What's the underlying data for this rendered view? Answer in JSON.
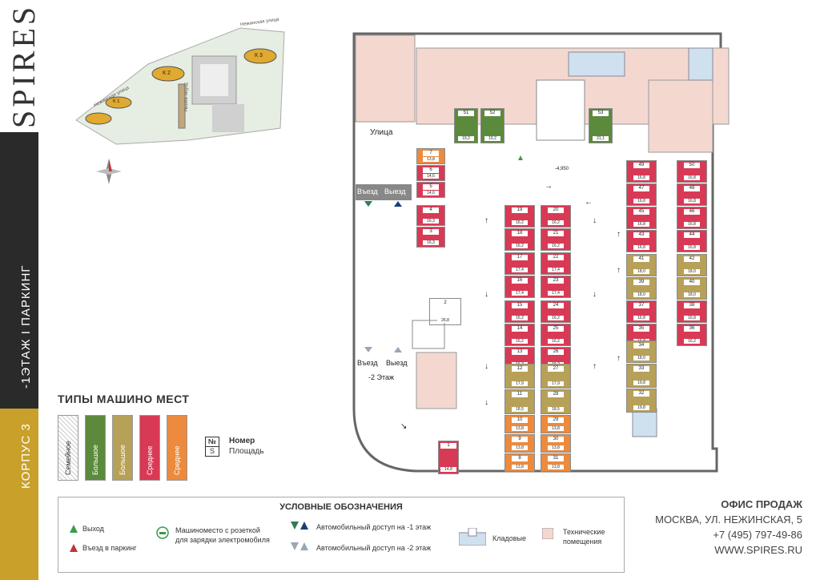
{
  "brand": "SPIRES",
  "side": {
    "floor_label": "-1ЭТАЖ  I  ПАРКИНГ",
    "building_label": "КОРПУС 3"
  },
  "site_plan": {
    "street_top": "Нежинская улица",
    "street_left": "Нежинская улица",
    "villas": "Урбан-виллы",
    "buildings": [
      "К 1",
      "К 2",
      "К 3"
    ]
  },
  "types": {
    "title": "ТИПЫ МАШИНО МЕСТ",
    "items": [
      {
        "label": "Семейное",
        "color": "#e8e8e8"
      },
      {
        "label": "Большое",
        "color": "#5c8a3c"
      },
      {
        "label": "Большое",
        "color": "#b7a058"
      },
      {
        "label": "Среднее",
        "color": "#d83a55"
      },
      {
        "label": "Среднее",
        "color": "#ec8a3d"
      }
    ],
    "key_num": "№",
    "key_s": "S",
    "key_num_label": "Номер",
    "key_s_label": "Площадь"
  },
  "plan": {
    "street": "Улица",
    "entry": "Въезд",
    "exit": "Выезд",
    "entry2": "Въезд",
    "exit2": "Выезд",
    "floor2": "-2 Этаж",
    "level": "-4,950"
  },
  "slots": [
    {
      "n": "7",
      "a": "13,8",
      "c": "orange"
    },
    {
      "n": "6",
      "a": "14,6",
      "c": "red"
    },
    {
      "n": "5",
      "a": "14,6",
      "c": "red"
    },
    {
      "n": "4",
      "a": "16,3",
      "c": "red"
    },
    {
      "n": "3",
      "a": "16,3",
      "c": "red"
    },
    {
      "n": "2",
      "a": "26,8",
      "c": "white"
    },
    {
      "n": "1",
      "a": "14,8",
      "c": "red"
    },
    {
      "n": "51",
      "a": "19,2",
      "c": "green"
    },
    {
      "n": "52",
      "a": "19,2",
      "c": "green"
    },
    {
      "n": "53",
      "a": "21,1",
      "c": "green"
    },
    {
      "n": "19",
      "a": "16,2",
      "c": "red"
    },
    {
      "n": "18",
      "a": "16,2",
      "c": "red"
    },
    {
      "n": "17",
      "a": "17,4",
      "c": "red"
    },
    {
      "n": "16",
      "a": "17,4",
      "c": "red"
    },
    {
      "n": "15",
      "a": "16,2",
      "c": "red"
    },
    {
      "n": "14",
      "a": "16,2",
      "c": "red"
    },
    {
      "n": "13",
      "a": "16,2",
      "c": "red"
    },
    {
      "n": "12",
      "a": "17,9",
      "c": "olive"
    },
    {
      "n": "11",
      "a": "18,5",
      "c": "olive"
    },
    {
      "n": "10",
      "a": "13,8",
      "c": "orange"
    },
    {
      "n": "9",
      "a": "13,8",
      "c": "orange"
    },
    {
      "n": "8",
      "a": "13,8",
      "c": "orange"
    },
    {
      "n": "20",
      "a": "16,2",
      "c": "red"
    },
    {
      "n": "21",
      "a": "16,2",
      "c": "red"
    },
    {
      "n": "22",
      "a": "17,4",
      "c": "red"
    },
    {
      "n": "23",
      "a": "17,4",
      "c": "red"
    },
    {
      "n": "24",
      "a": "16,2",
      "c": "red"
    },
    {
      "n": "25",
      "a": "16,2",
      "c": "red"
    },
    {
      "n": "26",
      "a": "16,2",
      "c": "red"
    },
    {
      "n": "27",
      "a": "17,9",
      "c": "olive"
    },
    {
      "n": "28",
      "a": "18,5",
      "c": "olive"
    },
    {
      "n": "29",
      "a": "13,8",
      "c": "orange"
    },
    {
      "n": "30",
      "a": "13,8",
      "c": "orange"
    },
    {
      "n": "31",
      "a": "13,8",
      "c": "orange"
    },
    {
      "n": "49",
      "a": "16,8",
      "c": "red"
    },
    {
      "n": "47",
      "a": "16,8",
      "c": "red"
    },
    {
      "n": "45",
      "a": "16,8",
      "c": "red"
    },
    {
      "n": "43",
      "a": "16,8",
      "c": "red"
    },
    {
      "n": "41",
      "a": "18,0",
      "c": "olive"
    },
    {
      "n": "39",
      "a": "18,0",
      "c": "olive"
    },
    {
      "n": "37",
      "a": "16,8",
      "c": "red"
    },
    {
      "n": "35",
      "a": "16,8",
      "c": "red"
    },
    {
      "n": "34",
      "a": "18,0",
      "c": "olive"
    },
    {
      "n": "33",
      "a": "19,8",
      "c": "olive"
    },
    {
      "n": "32",
      "a": "19,8",
      "c": "olive"
    },
    {
      "n": "50",
      "a": "16,8",
      "c": "red"
    },
    {
      "n": "48",
      "a": "16,8",
      "c": "red"
    },
    {
      "n": "46",
      "a": "16,8",
      "c": "red"
    },
    {
      "n": "44",
      "a": "16,8",
      "c": "red"
    },
    {
      "n": "42",
      "a": "18,0",
      "c": "olive"
    },
    {
      "n": "40",
      "a": "18,0",
      "c": "olive"
    },
    {
      "n": "38",
      "a": "16,8",
      "c": "red"
    },
    {
      "n": "36",
      "a": "16,2",
      "c": "red"
    }
  ],
  "legend": {
    "title": "УСЛОВНЫЕ ОБОЗНАЧЕНИЯ",
    "exit": "Выход",
    "entry": "Въезд в паркинг",
    "charger_line1": "Машиноместо с розеткой",
    "charger_line2": "для зарядки электромобиля",
    "access1": "Автомобильный доступ на -1 этаж",
    "access2": "Автомобильный доступ на -2 этаж",
    "storage": "Кладовые",
    "tech_line1": "Технические",
    "tech_line2": "помещения"
  },
  "office": {
    "title": "ОФИС ПРОДАЖ",
    "address": "МОСКВА, УЛ. НЕЖИНСКАЯ, 5",
    "phone": "+7 (495) 797-49-86",
    "site": "WWW.SPIRES.RU"
  }
}
